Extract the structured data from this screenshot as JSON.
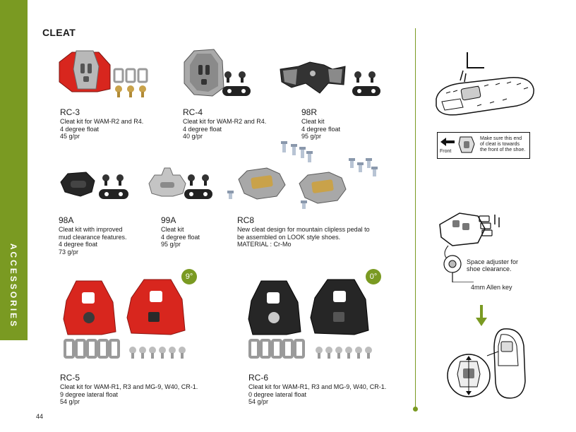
{
  "sidebar": {
    "label": "ACCESSORIES",
    "color": "#7a9a22"
  },
  "page_title": "CLEAT",
  "page_number": "44",
  "products": [
    {
      "name": "RC-3",
      "lines": [
        "Cleat kit for WAM-R2 and R4.",
        "4 degree float",
        "45 g/pr"
      ]
    },
    {
      "name": "RC-4",
      "lines": [
        "Cleat kit for WAM-R2 and R4.",
        "4 degree float",
        "40 g/pr"
      ]
    },
    {
      "name": "98R",
      "lines": [
        "Cleat kit",
        "4 degree float",
        "95 g/pr"
      ]
    },
    {
      "name": "98A",
      "lines": [
        "Cleat kit with improved",
        "mud clearance features.",
        "4 degree float",
        "73 g/pr"
      ]
    },
    {
      "name": "99A",
      "lines": [
        "Cleat kit",
        "4 degree float",
        "95 g/pr"
      ]
    },
    {
      "name": "RC8",
      "lines": [
        "New cleat design for mountain clipless pedal to",
        "be assembled on LOOK style shoes.",
        "MATERIAL : Cr-Mo"
      ]
    },
    {
      "name": "RC-5",
      "lines": [
        "Cleat kit for WAM-R1, R3 and MG-9, W40, CR-1.",
        "9 degree lateral float",
        "54 g/pr"
      ]
    },
    {
      "name": "RC-6",
      "lines": [
        "Cleat kit for WAM-R1, R3 and MG-9, W40, CR-1.",
        "0 degree lateral float",
        "54 g/pr"
      ]
    }
  ],
  "badges": {
    "rc5": "9°",
    "rc6": "0°"
  },
  "diagram": {
    "front_label": "Front",
    "orientation_note": [
      "Make sure this end",
      "of cleat is towards",
      "the front of the shoe."
    ],
    "adjuster_note": [
      "Space adjuster for",
      "shoe clearance."
    ],
    "allen_key": "4mm Allen key"
  },
  "colors": {
    "accent": "#7a9a22",
    "red_cleat": "#d8261e",
    "grey_cleat": "#a9a9a9",
    "black_cleat": "#262626"
  }
}
